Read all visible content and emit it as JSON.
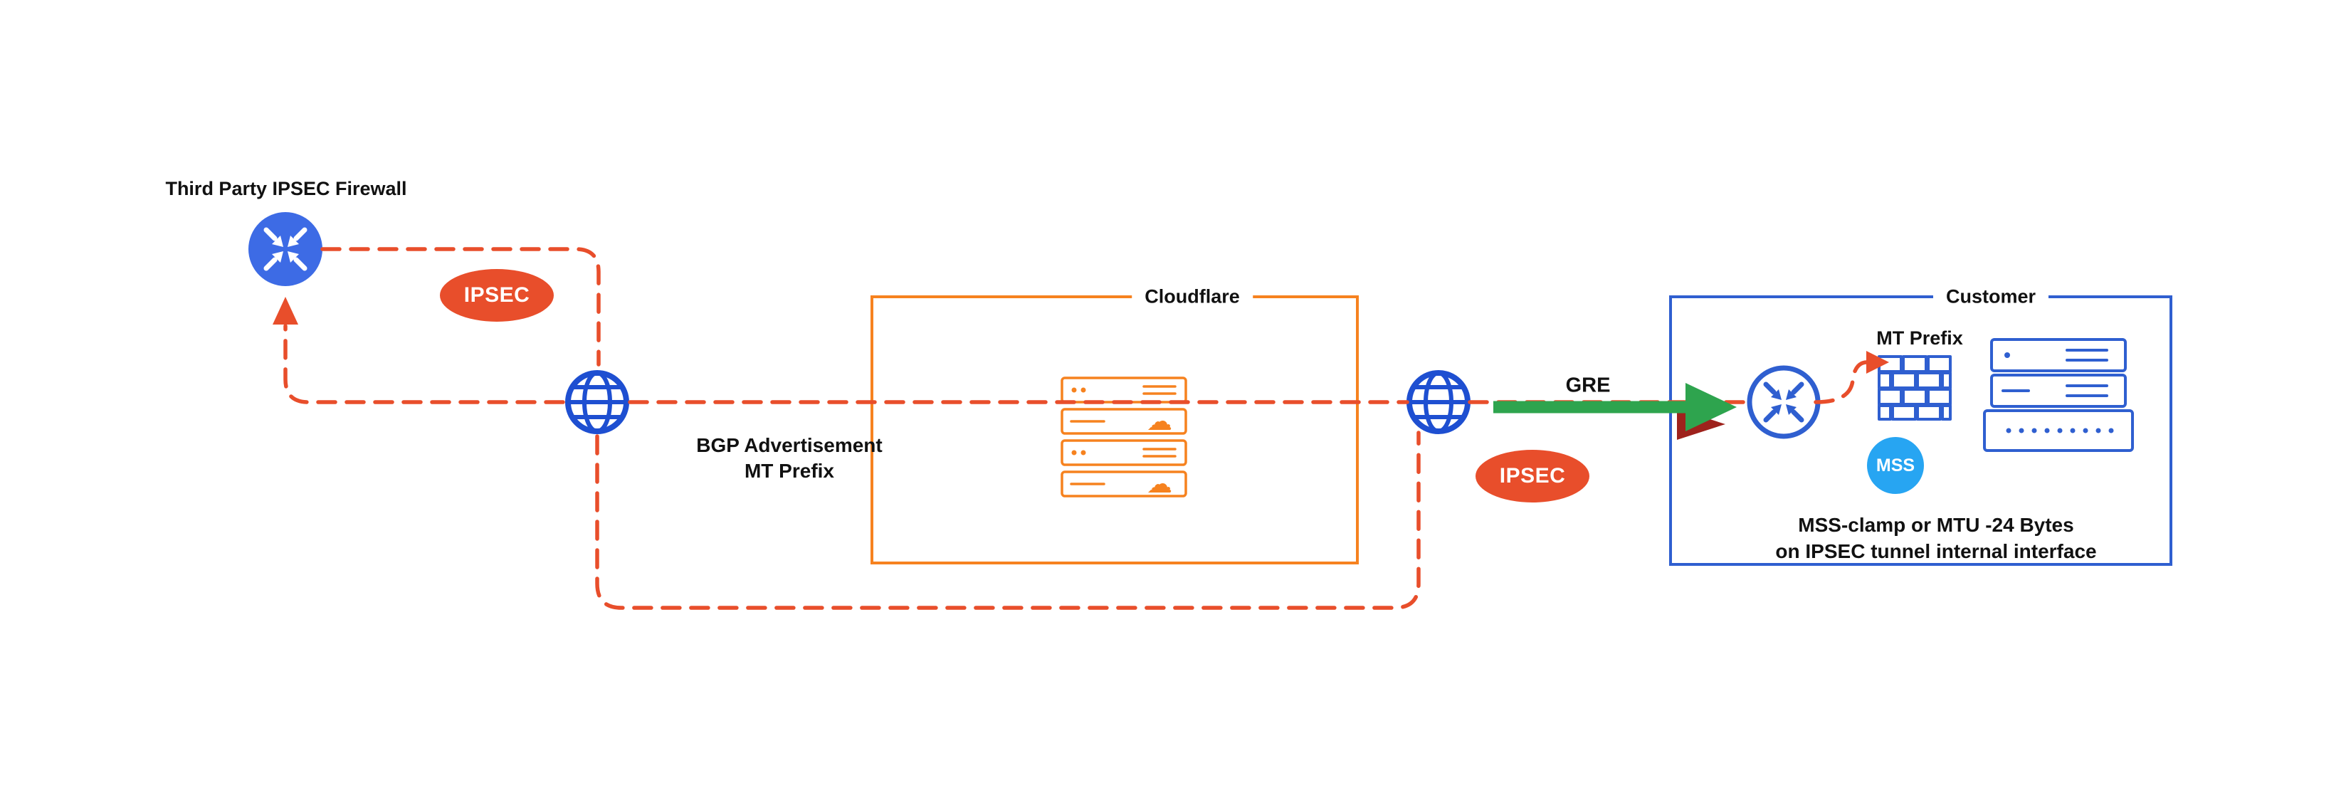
{
  "labels": {
    "third_party_firewall": "Third Party IPSEC Firewall",
    "ipsec_badge_left": "IPSEC",
    "ipsec_badge_right": "IPSEC",
    "bgp_advertisement_line1": "BGP Advertisement",
    "bgp_advertisement_line2": "MT Prefix",
    "cloudflare_box": "Cloudflare",
    "gre": "GRE",
    "customer_box": "Customer",
    "mt_prefix": "MT Prefix",
    "mss_badge": "MSS",
    "mss_note_line1": "MSS-clamp or MTU -24 Bytes",
    "mss_note_line2": "on IPSEC tunnel internal interface"
  },
  "colors": {
    "tunnel_red": "#E84E2B",
    "cloudflare_orange": "#F6821F",
    "globe_blue": "#1E4FD1",
    "router_blue": "#3D6BE5",
    "customer_blue": "#2F5FD0",
    "badge_blue": "#27A5F2",
    "gre_green": "#2EA44E",
    "dark_red": "#9E221C",
    "text": "#111111"
  },
  "icons": {
    "router": "crossing-inward-arrows-circle",
    "globe": "globe-grid",
    "firewall": "brick-wall",
    "server": "server-rack",
    "cloud": "☁",
    "tunnel_line": "dashed-red-path",
    "gre_arrow": "thick-green-right-arrow",
    "up_arrow": "red-up-arrowhead"
  }
}
